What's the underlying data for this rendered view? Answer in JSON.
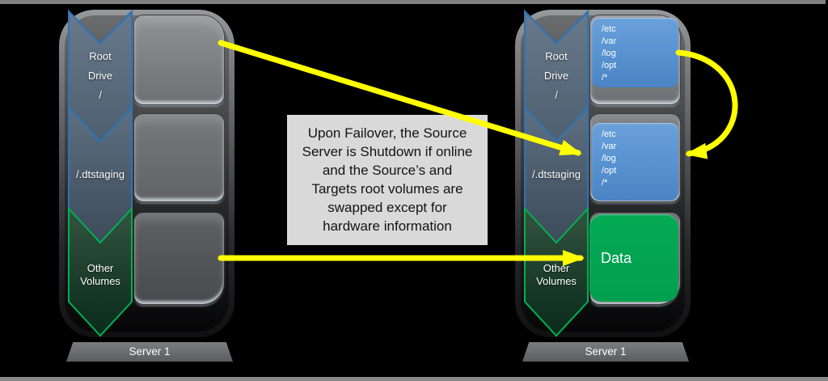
{
  "note": {
    "text": "Upon Failover, the Source\nServer is Shutdown if online\nand the Source’s and\nTargets root volumes are\nswapped except for\nhardware information"
  },
  "left_server": {
    "chevrons": [
      {
        "label": "Root\nDrive\n/"
      },
      {
        "label": "/.dtstaging"
      },
      {
        "label": "Other\nVolumes"
      }
    ],
    "base_label": "Server 1"
  },
  "right_server": {
    "chevrons": [
      {
        "label": "Root\nDrive\n/"
      },
      {
        "label": "/.dtstaging"
      },
      {
        "label": "Other\nVolumes"
      }
    ],
    "volumes": {
      "root_contents": "/etc\n/var\n/log\n/opt\n/*",
      "staging_contents": "/etc\n/var\n/log\n/opt\n/*",
      "data_label": "Data"
    },
    "base_label": "Server 1"
  },
  "colors": {
    "arrow_yellow": "#ffff00",
    "volume_blue": "#5b94d3",
    "data_green": "#00a651",
    "chevron_blue_border": "#2e74b5",
    "chevron_green_border": "#00b050",
    "note_background": "#d9d9d9",
    "background": "#000000"
  }
}
